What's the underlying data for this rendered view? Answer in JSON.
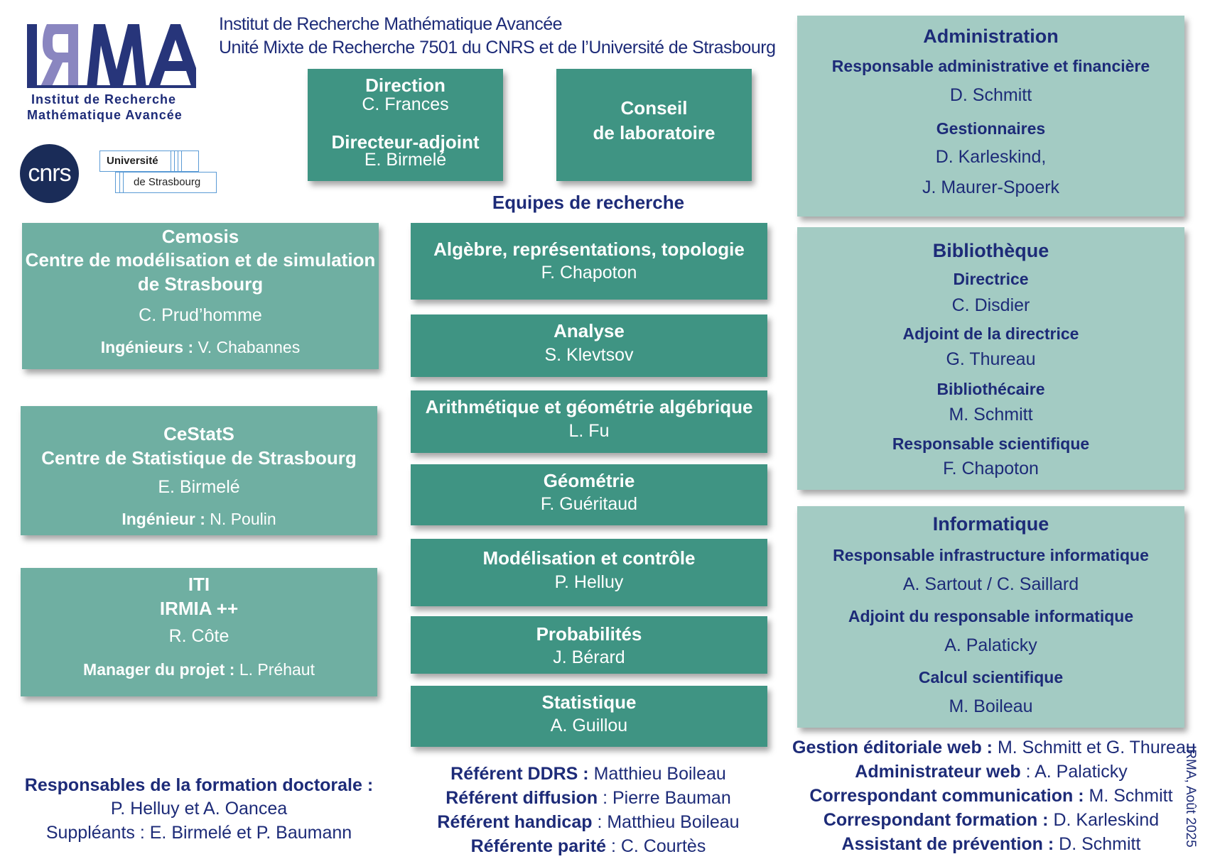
{
  "logo": {
    "irma_wordmark": "IRMA",
    "irma_line1": "Institut de Recherche",
    "irma_line2": "Mathématique Avancée",
    "cnrs": "cnrs",
    "univ_line1": "Université",
    "univ_line2": "de Strasbourg"
  },
  "header": {
    "line1": "Institut de Recherche Mathématique Avancée",
    "line2": "Unité Mixte de Recherche 7501 du CNRS et de l’Université de Strasbourg"
  },
  "direction": {
    "title": "Direction",
    "name": "C. Frances",
    "deputy_title": "Directeur-adjoint",
    "deputy_name": "E. Birmelé"
  },
  "conseil": {
    "line1": "Conseil",
    "line2": "de laboratoire"
  },
  "equipes": {
    "heading": "Equipes de recherche",
    "teams": [
      {
        "name": "Algèbre, représentations, topologie",
        "lead": "F. Chapoton"
      },
      {
        "name": "Analyse",
        "lead": "S. Klevtsov"
      },
      {
        "name": "Arithmétique et géométrie algébrique",
        "lead": "L. Fu"
      },
      {
        "name": "Géométrie",
        "lead": "F. Guéritaud"
      },
      {
        "name": "Modélisation et contrôle",
        "lead": "P. Helluy"
      },
      {
        "name": "Probabilités",
        "lead": "J. Bérard"
      },
      {
        "name": "Statistique",
        "lead": "A. Guillou"
      }
    ]
  },
  "cemosis": {
    "title": "Cemosis",
    "subtitle1": "Centre de modélisation et de simulation",
    "subtitle2": "de Strasbourg",
    "name": "C. Prud’homme",
    "role_label": "Ingénieurs :",
    "role_name": " V. Chabannes"
  },
  "cestats": {
    "title": "CeStatS",
    "subtitle": "Centre de Statistique de Strasbourg",
    "name": "E. Birmelé",
    "role_label": "Ingénieur :",
    "role_name": " N. Poulin"
  },
  "iti": {
    "title1": "ITI",
    "title2": "IRMIA ++",
    "name": "R. Côte",
    "role_label": "Manager du projet :",
    "role_name": " L. Préhaut"
  },
  "administration": {
    "title": "Administration",
    "role1": "Responsable administrative et financière",
    "name1": "D. Schmitt",
    "role2": "Gestionnaires",
    "name2a": "D. Karleskind,",
    "name2b": "J. Maurer-Spoerk"
  },
  "bibliotheque": {
    "title": "Bibliothèque",
    "entries": [
      {
        "role": "Directrice",
        "name": "C. Disdier"
      },
      {
        "role": "Adjoint de la directrice",
        "name": "G. Thureau"
      },
      {
        "role": "Bibliothécaire",
        "name": "M. Schmitt"
      },
      {
        "role": "Responsable scientifique",
        "name": "F. Chapoton"
      }
    ]
  },
  "informatique": {
    "title": "Informatique",
    "entries": [
      {
        "role": "Responsable infrastructure informatique",
        "name": "A. Sartout / C. Saillard"
      },
      {
        "role": "Adjoint du responsable informatique",
        "name": "A. Palaticky"
      },
      {
        "role": "Calcul scientifique",
        "name": "M. Boileau"
      }
    ]
  },
  "formation": {
    "label": "Responsables de la formation doctorale :",
    "line1": "P. Helluy et A. Oancea",
    "line2": "Suppléants : E. Birmelé et P. Baumann"
  },
  "referents": [
    {
      "label": "Référent DDRS :",
      "name": " Matthieu Boileau"
    },
    {
      "label": "Référent diffusion",
      "name": " : Pierre Bauman"
    },
    {
      "label": "Référent handicap",
      "name": " : Matthieu Boileau"
    },
    {
      "label": "Référente parité",
      "name": " : C. Courtès"
    }
  ],
  "web_roles": [
    {
      "label": "Gestion éditoriale web :",
      "name": " M. Schmitt et G. Thureau"
    },
    {
      "label": "Administrateur web",
      "name": " : A. Palaticky"
    },
    {
      "label": "Correspondant communication :",
      "name": " M. Schmitt"
    },
    {
      "label": "Correspondant formation :",
      "name": " D. Karleskind"
    },
    {
      "label": "Assistant de prévention :",
      "name": " D. Schmitt"
    }
  ],
  "date_stamp": "IRMA, Août 2025",
  "colors": {
    "dark_teal": "#3f9483",
    "mid_teal": "#6fafa2",
    "light_teal": "#a3cbc3",
    "navy": "#1d2b78",
    "irma_purple": "#8a86c0"
  }
}
